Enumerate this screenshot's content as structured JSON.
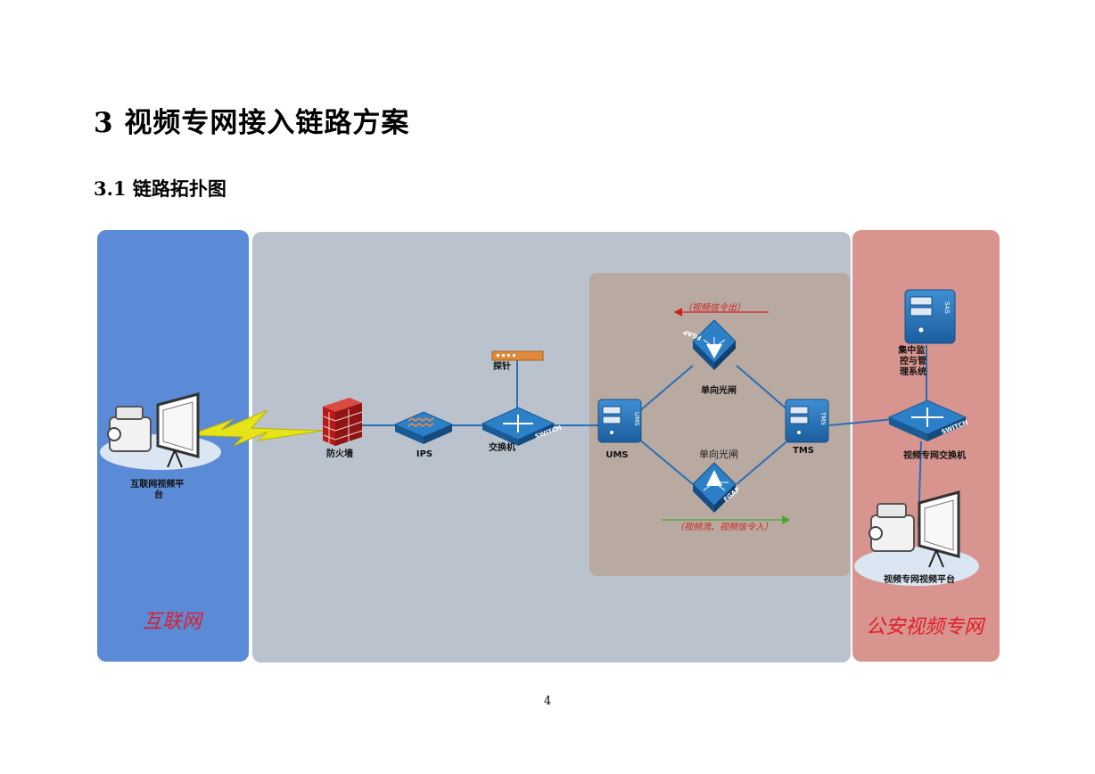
{
  "heading": "3  视频专网接入链路方案",
  "subheading": "3.1  链路拓扑图",
  "page_number": "4",
  "colors": {
    "internet_zone": "#5b8bd6",
    "middle_zone": "#bac3cd",
    "gateway_zone": "#b8aaa0",
    "police_zone": "#d8948e",
    "link_line": "#2a6eb5",
    "lightning": "#e6e31a"
  },
  "diagram": {
    "zones": {
      "internet": "互联网",
      "police": "公安视频专网"
    },
    "devices": {
      "internet_platform": "互联网视频平\n台",
      "firewall": "防火墙",
      "ips": "IPS",
      "probe": "探针",
      "switch": "交换机",
      "ums": "UMS",
      "tms": "TMS",
      "gap_top": "单向光闸",
      "gap_bottom": "单向光闸",
      "sas": "集中监\n控与管\n理系统",
      "private_switch": "视频专网交换机",
      "private_platform": "视频专网视频平台"
    },
    "device_marks": {
      "switch_text": "SWITCH",
      "fgap_text": "FGAP",
      "ums_text": "UMS",
      "tms_text": "TMS",
      "sas_text": "SAS"
    },
    "arrows": {
      "outbound": "（视频信令出）",
      "inbound": "（视频流、视频信令入）"
    }
  }
}
